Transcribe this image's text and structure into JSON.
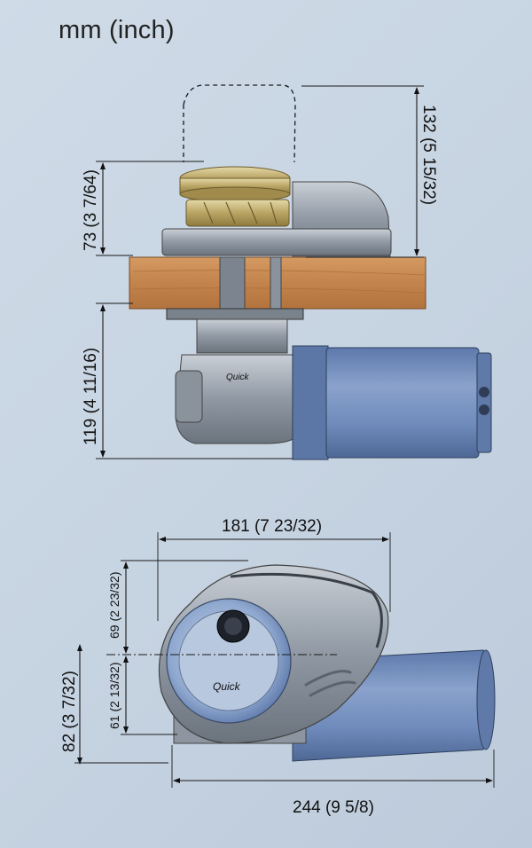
{
  "units_label": "mm (inch)",
  "side_view": {
    "dim_top_total": "132 (5 15/32)",
    "dim_above_deck": "73 (3 7/64)",
    "dim_below_deck": "119 (4 11/16)",
    "logo_text": "Quick"
  },
  "top_view": {
    "dim_width": "181 (7 23/32)",
    "dim_length": "244 (9 5/8)",
    "dim_total_height": "82 (3 7/32)",
    "dim_upper": "69 (2 23/32)",
    "dim_lower": "61 (2 13/32)",
    "logo_text": "Quick"
  },
  "colors": {
    "background": "#c9d6e3",
    "deck_wood": "#c98a52",
    "motor_blue": "#6a87b8",
    "metal_grey": "#9aa3ad",
    "gold": "#c9b882"
  }
}
